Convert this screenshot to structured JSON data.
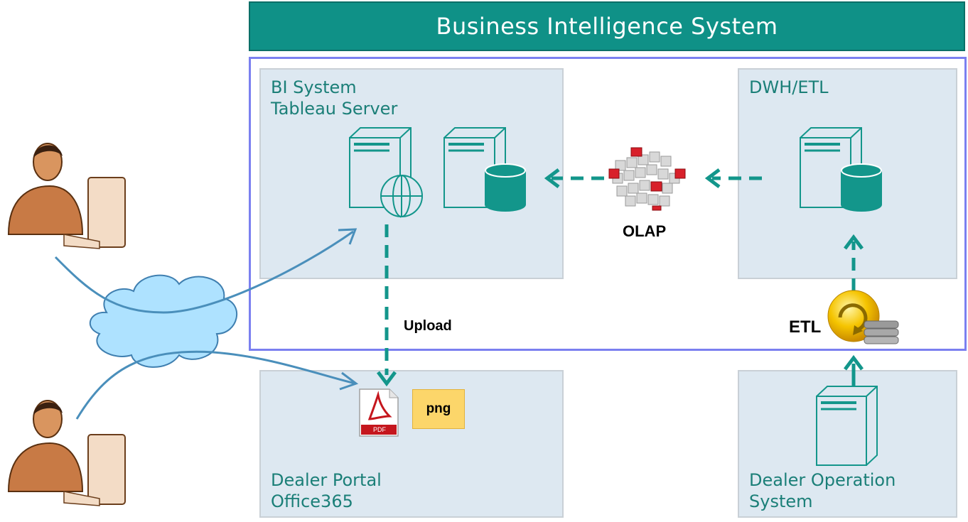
{
  "title": "Business Intelligence System",
  "boxes": {
    "bi_system": "BI System\nTableau Server",
    "dwh_etl": "DWH/ETL",
    "dealer_portal": "Dealer Portal\nOffice365",
    "dealer_operation": "Dealer Operation\nSystem"
  },
  "labels": {
    "olap": "OLAP",
    "upload": "Upload",
    "etl": "ETL",
    "png": "png",
    "pdf": "PDF"
  },
  "icons": [
    "server-web-icon",
    "server-db-icon",
    "olap-cube-icon",
    "etl-icon",
    "pdf-icon",
    "png-icon",
    "cloud-icon",
    "user-icon",
    "dealer-server-icon"
  ],
  "colors": {
    "title_bg": "#0f9187",
    "frame": "#7b80f0",
    "box_bg": "#dde8f1",
    "teal": "#13968b",
    "user_arrow": "#4a8fbb",
    "cloud": "#aee2ff"
  }
}
